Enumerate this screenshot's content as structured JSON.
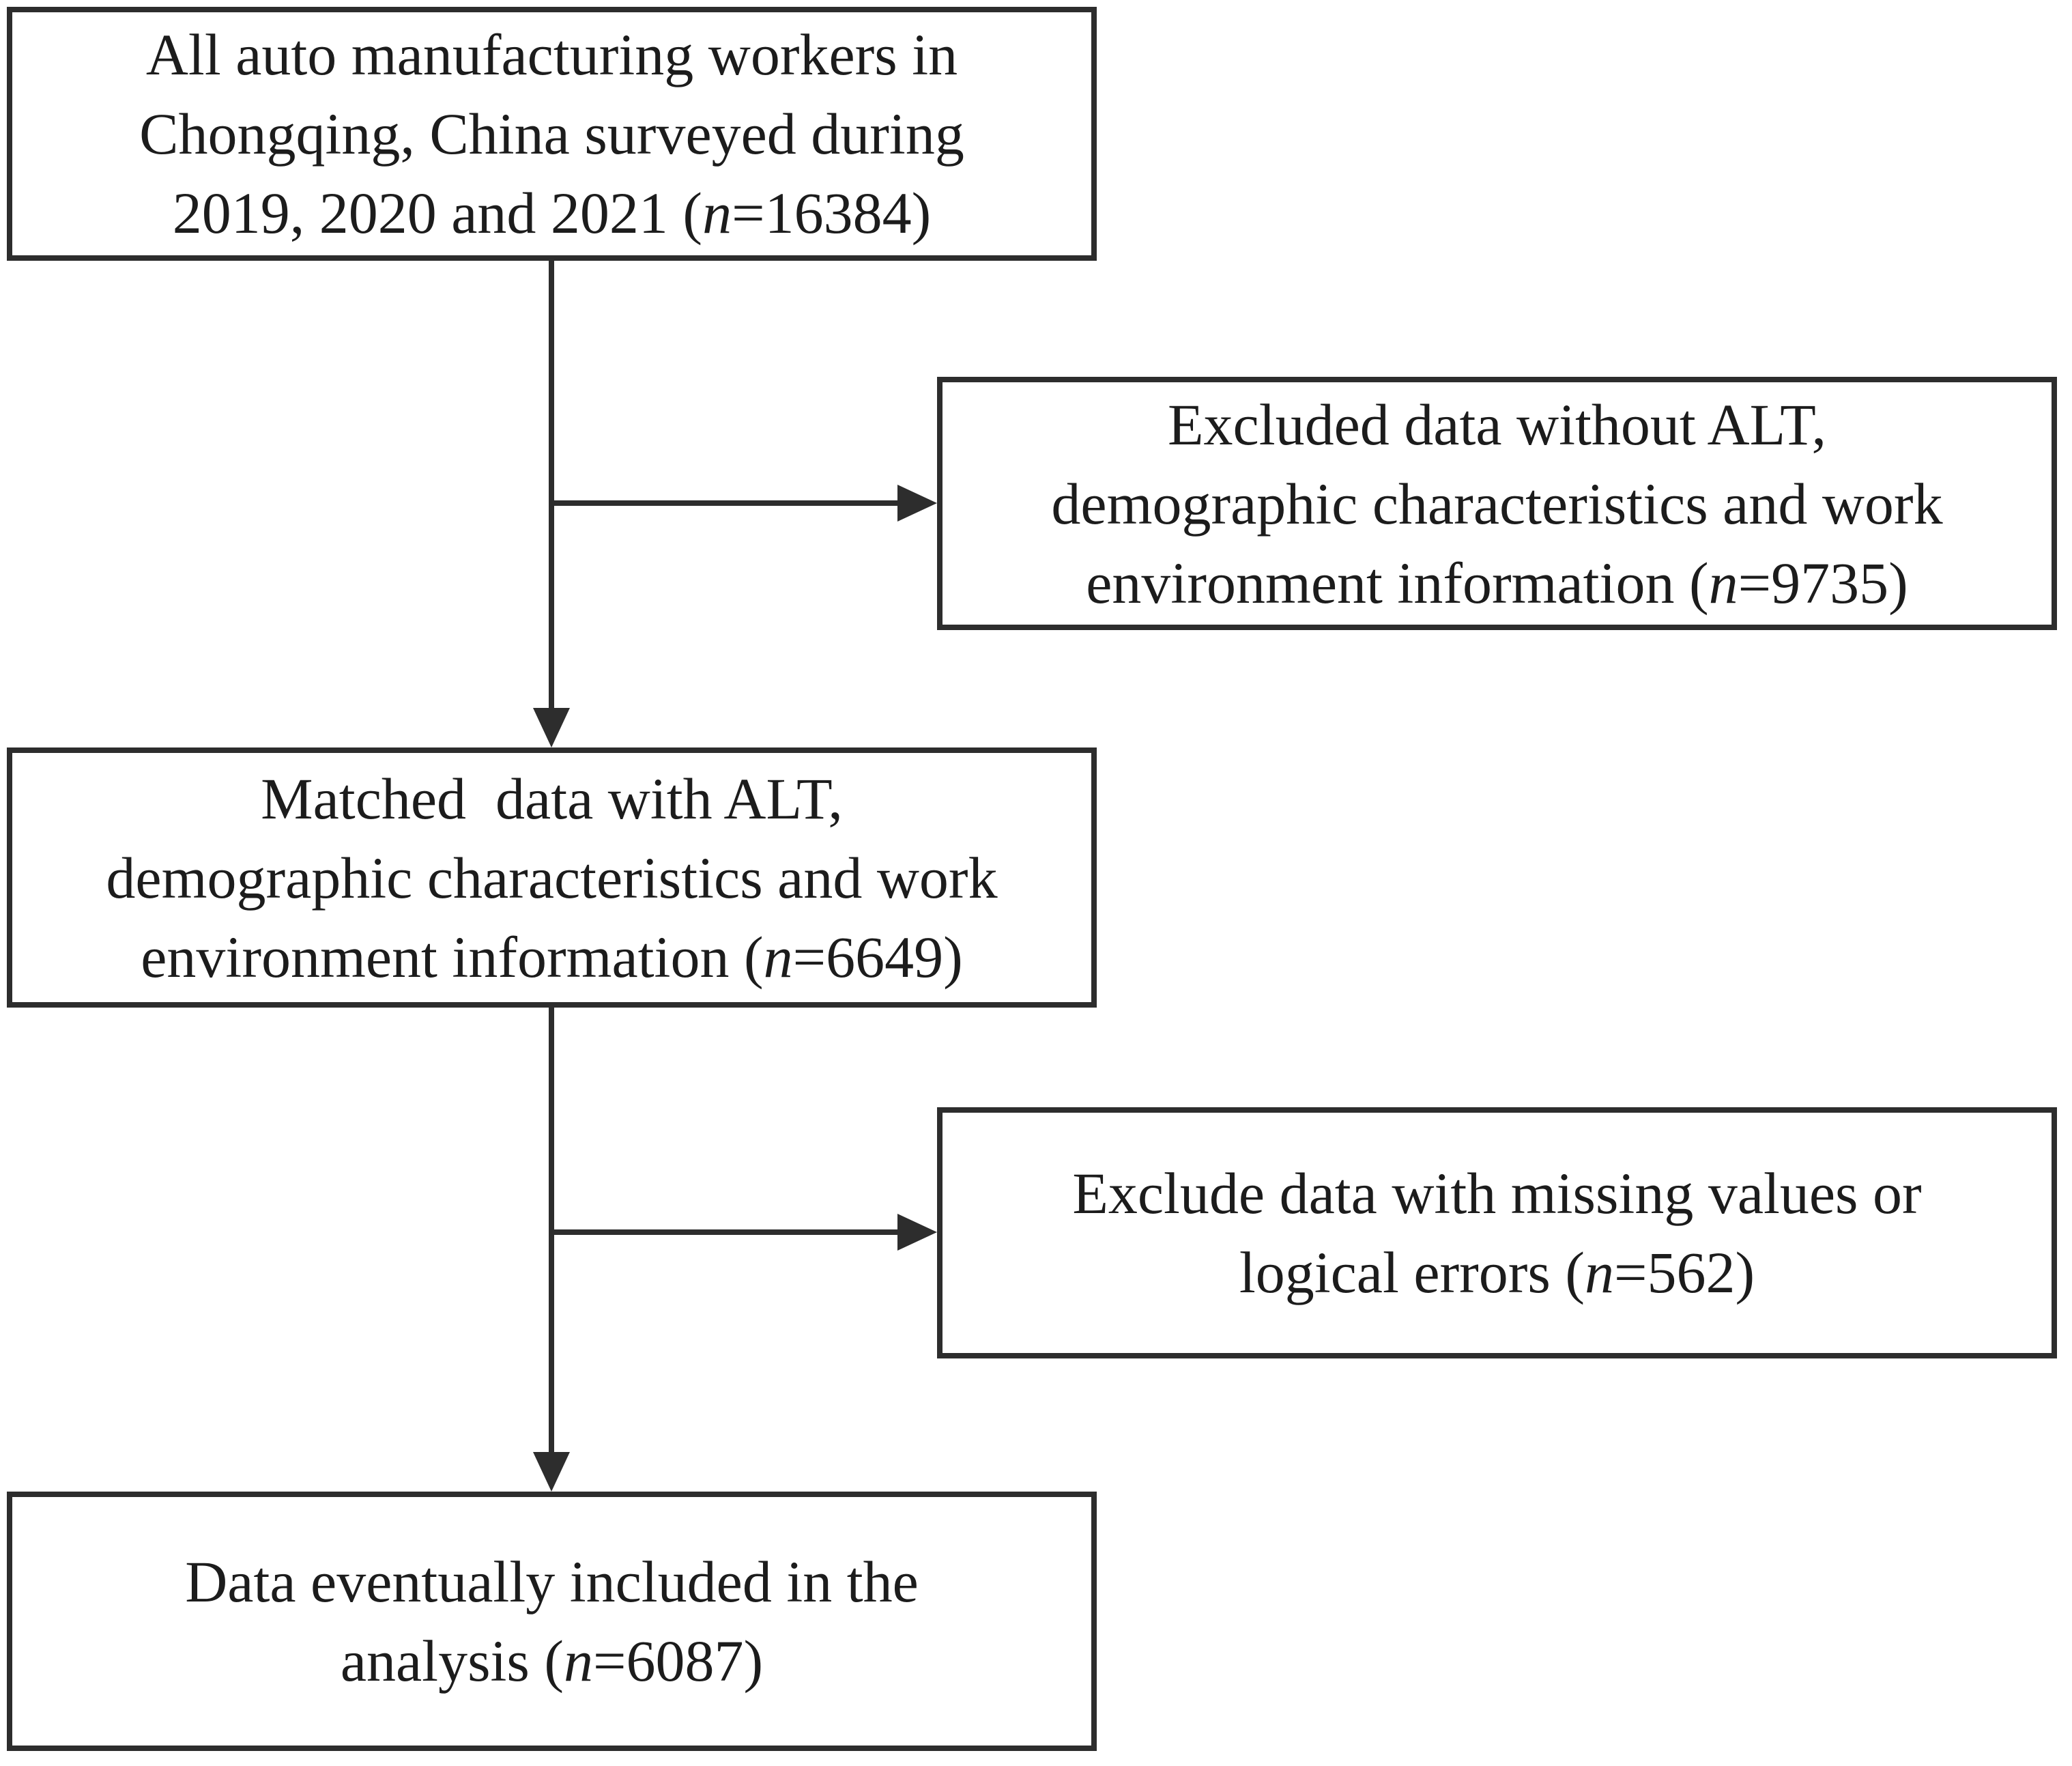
{
  "colors": {
    "background": "#ffffff",
    "line": "#2d2d2d",
    "text": "#1c1c1c"
  },
  "boxes": {
    "population": {
      "lines": [
        "All auto manufacturing workers in",
        "Chongqing, China surveyed during"
      ],
      "last_line": {
        "prefix": "2019, 2020 and 2021 (",
        "n_symbol": "n",
        "suffix": "=16384)"
      },
      "count": 16384
    },
    "excluded_without_alt": {
      "lines": [
        "Excluded data without ALT,",
        "demographic characteristics and work"
      ],
      "last_line": {
        "prefix": "environment information (",
        "n_symbol": "n",
        "suffix": "=9735)"
      },
      "count": 9735
    },
    "matched": {
      "lines": [
        "Matched  data with ALT,",
        "demographic characteristics and work"
      ],
      "last_line": {
        "prefix": "environment information (",
        "n_symbol": "n",
        "suffix": "=6649)"
      },
      "count": 6649
    },
    "excluded_missing": {
      "lines": [
        "Exclude data with missing values or"
      ],
      "last_line": {
        "prefix": "logical errors (",
        "n_symbol": "n",
        "suffix": "=562)"
      },
      "count": 562
    },
    "final": {
      "lines": [
        "Data eventually included in the"
      ],
      "last_line": {
        "prefix": "analysis (",
        "n_symbol": "n",
        "suffix": "=6087)"
      },
      "count": 6087
    }
  }
}
